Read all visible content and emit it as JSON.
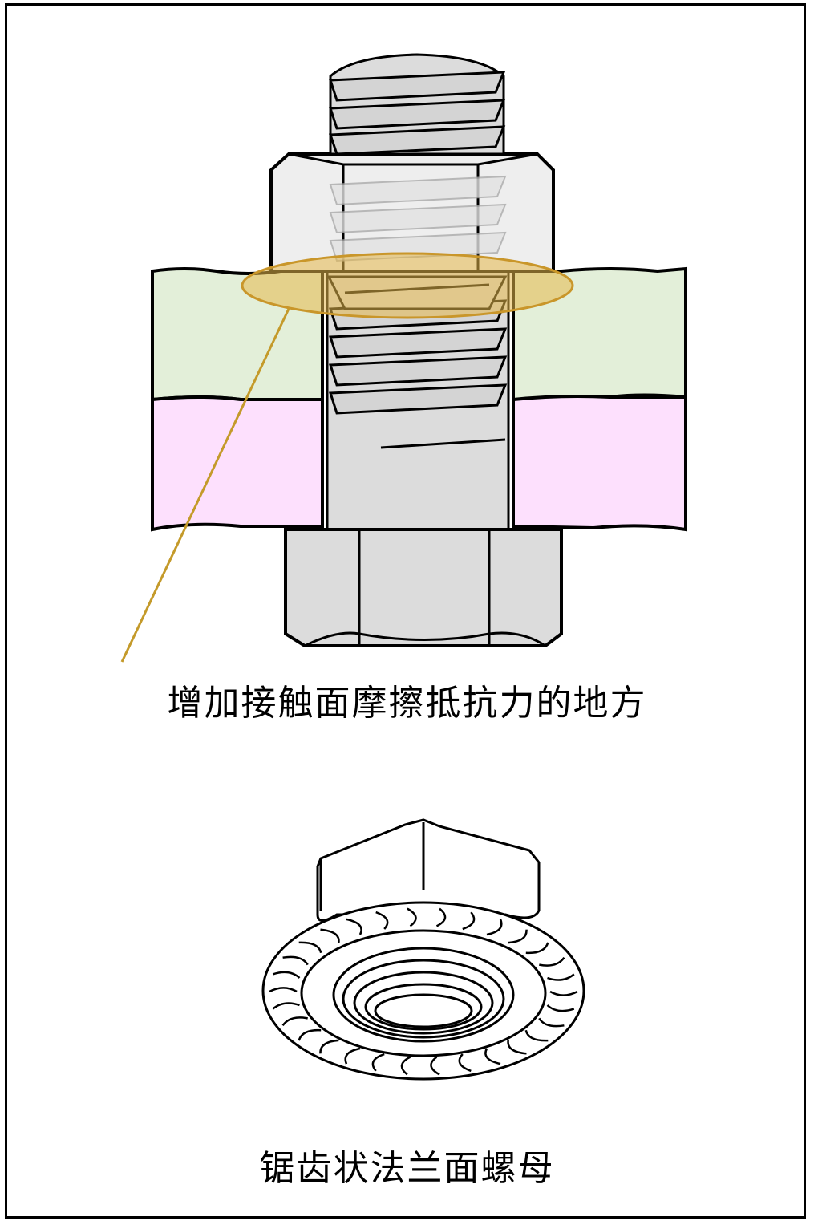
{
  "captions": {
    "contact_area": "增加接触面摩擦抵抗力的地方",
    "flange_nut": "锯齿状法兰面螺母"
  },
  "colors": {
    "upper_plate": "#e3efd9",
    "lower_plate": "#fde0fd",
    "metal": "#dcdcdc",
    "metal_light": "#eeeeee",
    "highlight_fill": "#e6b84a",
    "highlight_stroke": "#c9962a",
    "leader_line": "#c49a2a",
    "outline": "#000000"
  },
  "icons": {
    "top_figure": "bolt-and-flange-nut-cross-section",
    "bottom_figure": "serrated-flange-nut-icon"
  }
}
